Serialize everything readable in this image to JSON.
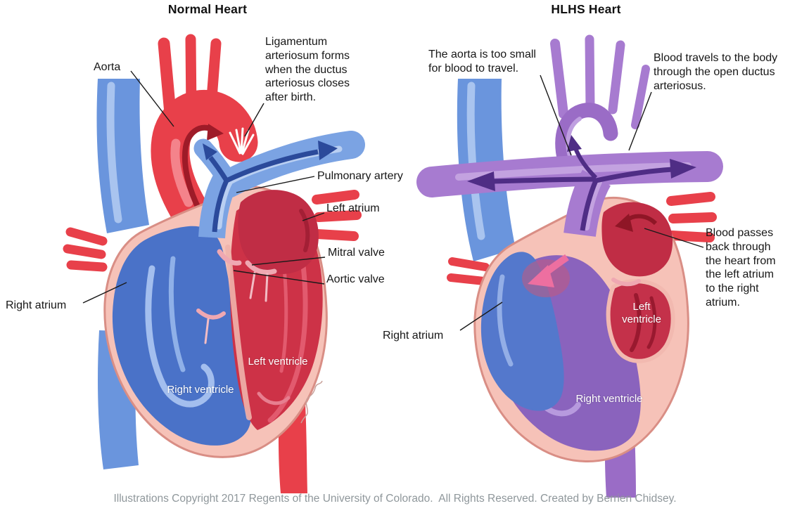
{
  "page": {
    "footer": "Illustrations Copyright 2017 Regents of the University of Colorado.  All Rights Reserved. Created by Berrien Chidsey."
  },
  "normal": {
    "title": "Normal Heart",
    "labels": {
      "aorta": "Aorta",
      "ligamentum": "Ligamentum arteriosum forms when the ductus arteriosus closes after birth.",
      "pulmonary_artery": "Pulmonary artery",
      "left_atrium": "Left atrium",
      "mitral_valve": "Mitral valve",
      "aortic_valve": "Aortic valve",
      "right_atrium": "Right atrium",
      "left_ventricle": "Left ventricle",
      "right_ventricle": "Right ventricle"
    }
  },
  "hlhs": {
    "title": "HLHS Heart",
    "labels": {
      "small_aorta": "The aorta is too small for blood to travel.",
      "ductus": "Blood travels to the body through the open ductus arteriosus.",
      "backflow": "Blood passes back through the heart from the left atrium to the right atrium.",
      "right_atrium": "Right atrium",
      "left_ventricle": "Left ventricle",
      "right_ventricle": "Right ventricle"
    }
  },
  "colors": {
    "oxygenated_red": "#e8404a",
    "deoxygenated_blue": "#5b84d6",
    "mixed_purple": "#9a6cc6",
    "heart_wall_pink": "#f6c2b8",
    "label_text": "#171717",
    "footer_text": "#8f979b"
  }
}
